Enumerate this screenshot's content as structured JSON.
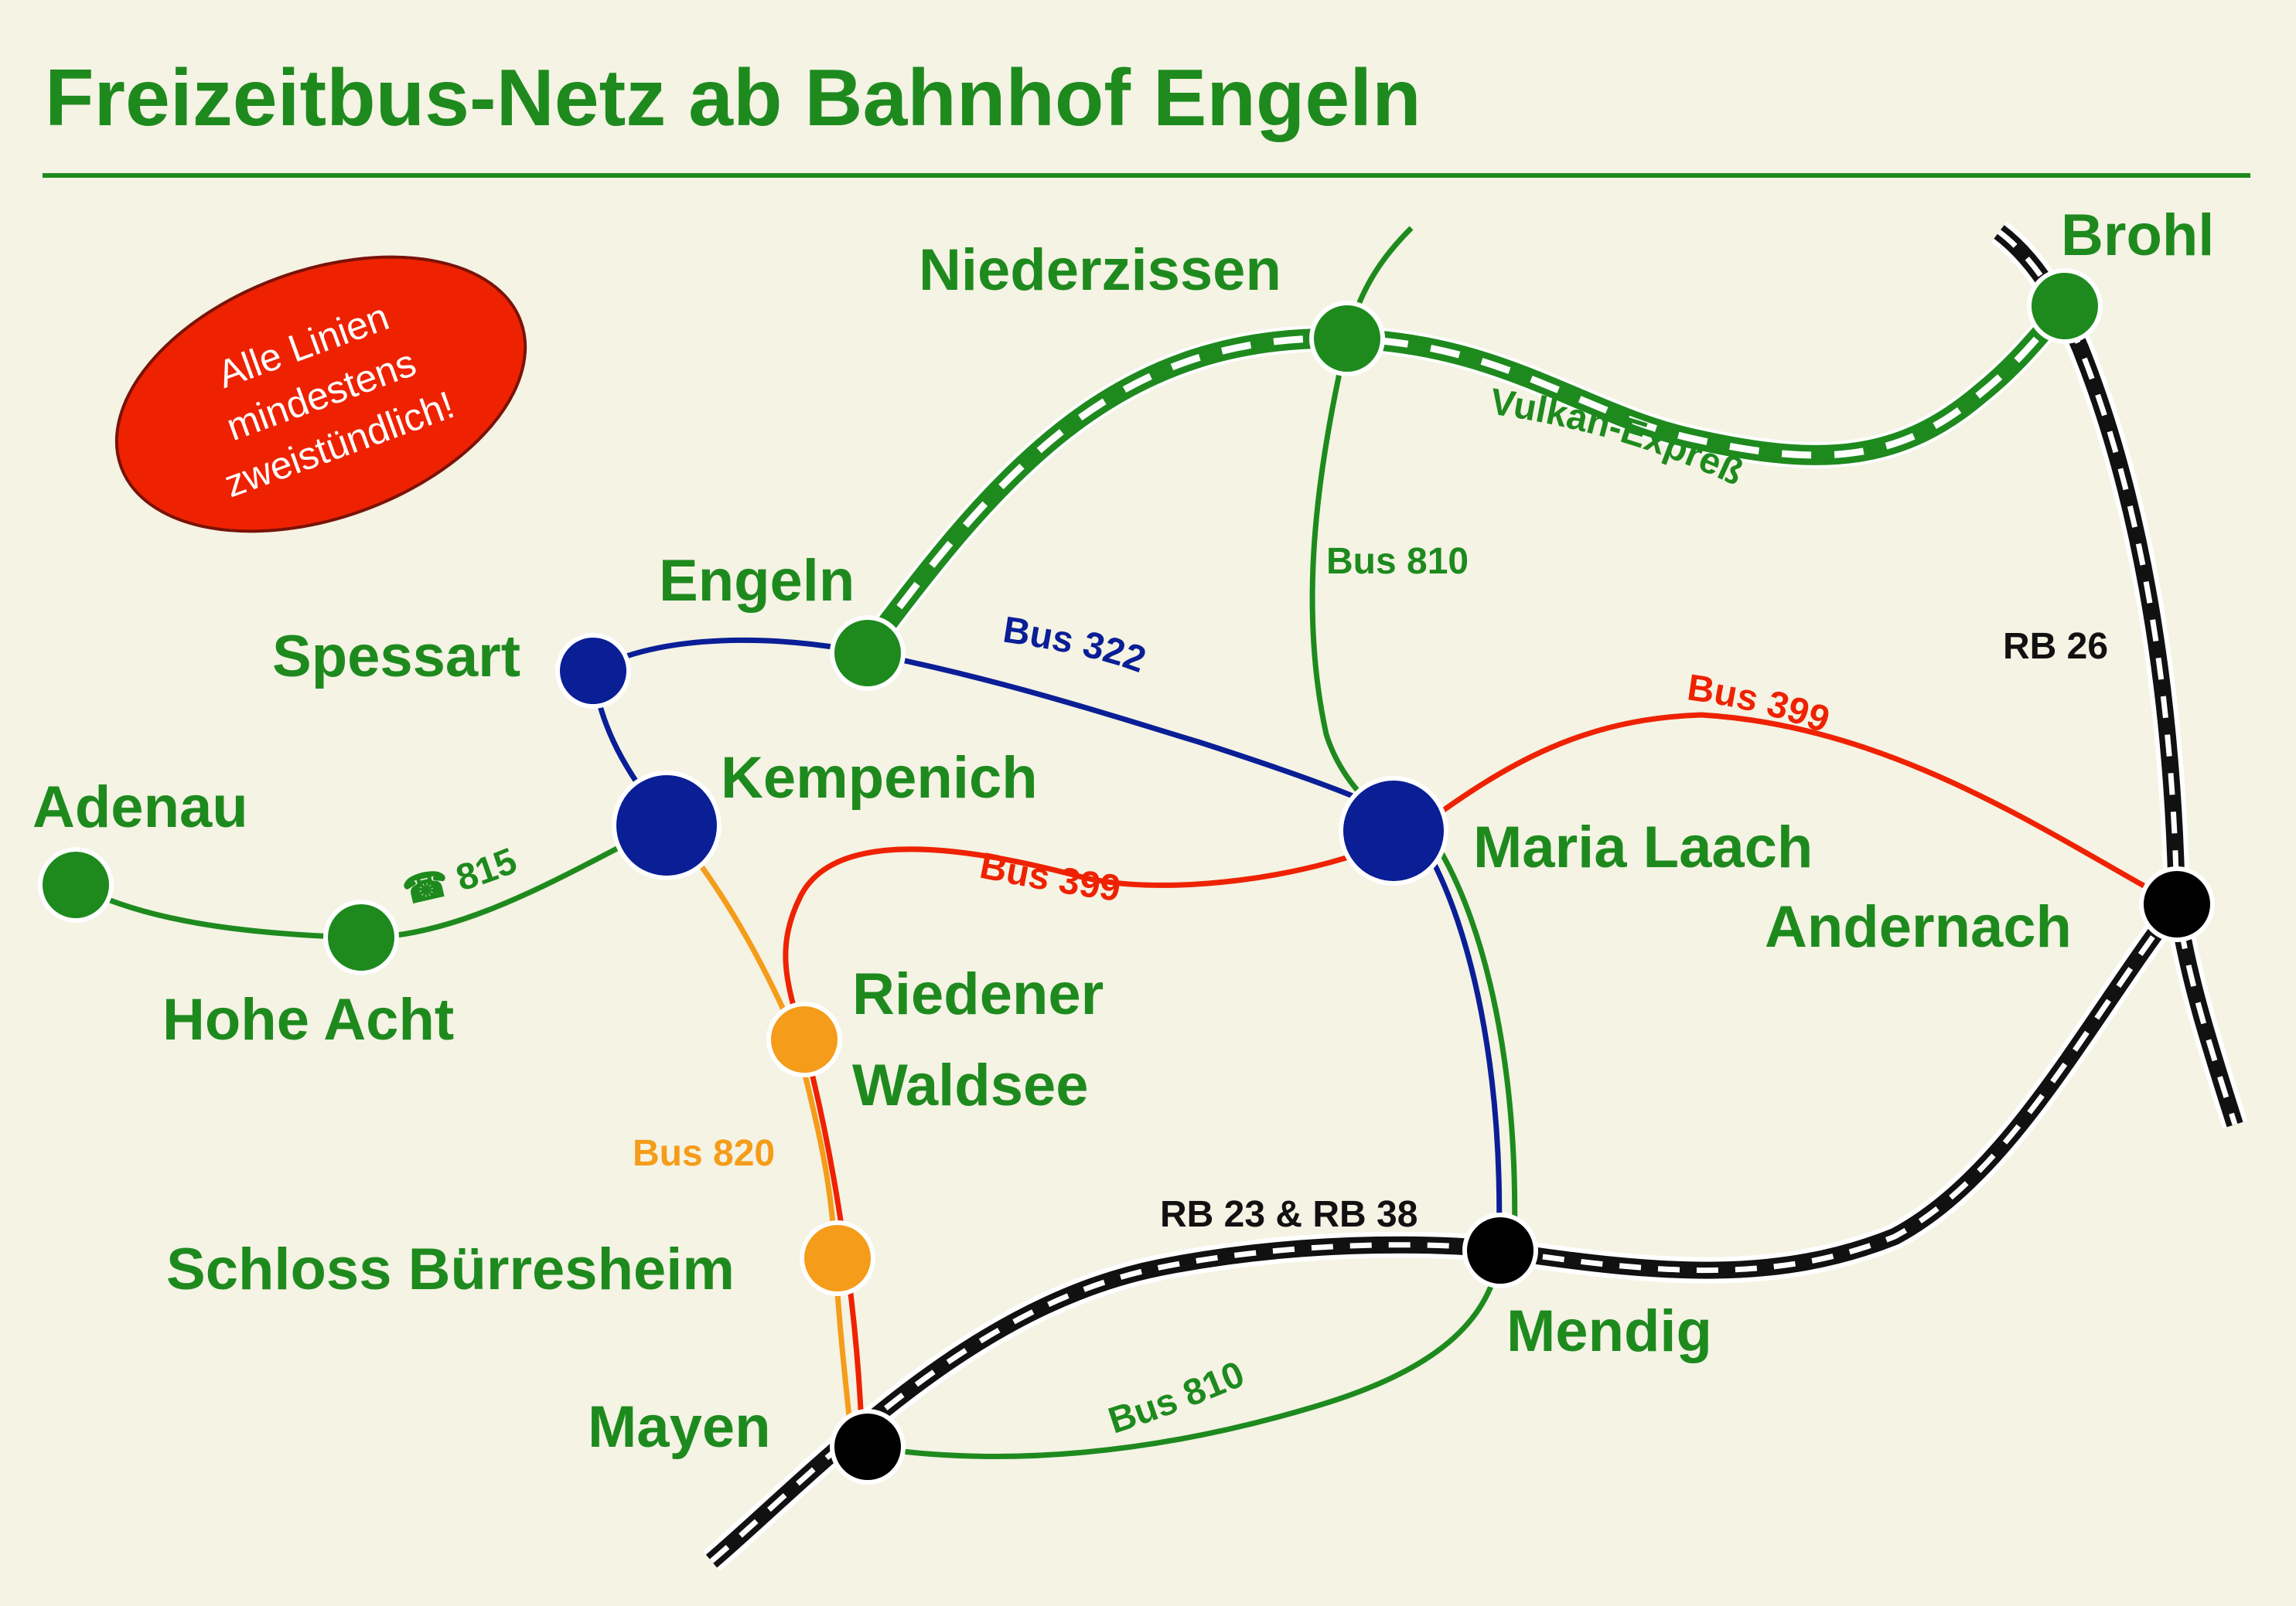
{
  "title": "Freizeitbus-Netz ab Bahnhof Engeln",
  "note": {
    "lines": [
      "Alle Linien",
      "mindestens",
      "zweistündlich!"
    ],
    "color": "#ee2200"
  },
  "colors": {
    "title": "#1e8a1e",
    "green_line": "#1e8a1e",
    "blue_line": "#0a1e96",
    "red_line": "#ee2200",
    "orange_line": "#f59c1a",
    "rail": "#111111",
    "background": "#f4f3e4"
  },
  "lines": {
    "vulkan_express": {
      "label": "Vulkan-Expreß",
      "color": "#1e8a1e"
    },
    "bus_810_north": {
      "label": "Bus 810",
      "color": "#1e8a1e"
    },
    "bus_810_south": {
      "label": "Bus 810",
      "color": "#1e8a1e"
    },
    "bus_322": {
      "label": "Bus 322",
      "color": "#0a1e96"
    },
    "bus_399_east": {
      "label": "Bus 399",
      "color": "#ee2200"
    },
    "bus_399_west": {
      "label": "Bus 399",
      "color": "#ee2200"
    },
    "bus_815": {
      "label": "☎ 815",
      "color": "#1e8a1e"
    },
    "bus_820": {
      "label": "Bus 820",
      "color": "#f59c1a"
    },
    "rb_26": {
      "label": "RB 26",
      "color": "#111111"
    },
    "rb_23_38": {
      "label": "RB 23 & RB 38",
      "color": "#111111"
    }
  },
  "stops": {
    "niederzissen": {
      "label": "Niederzissen",
      "type": "green-stop"
    },
    "brohl": {
      "label": "Brohl",
      "type": "green-stop"
    },
    "engeln": {
      "label": "Engeln",
      "type": "green-stop"
    },
    "spessart": {
      "label": "Spessart",
      "type": "blue-stop"
    },
    "kempenich": {
      "label": "Kempenich",
      "type": "blue-hub"
    },
    "adenau": {
      "label": "Adenau",
      "type": "green-stop"
    },
    "hohe_acht": {
      "label": "Hohe Acht",
      "type": "green-stop"
    },
    "maria_laach": {
      "label": "Maria Laach",
      "type": "blue-hub"
    },
    "andernach": {
      "label": "Andernach",
      "type": "rail-station"
    },
    "riedener_waldsee": {
      "label_line1": "Riedener",
      "label_line2": "Waldsee",
      "type": "orange-stop"
    },
    "schloss_buerresheim": {
      "label": "Schloss Bürresheim",
      "type": "orange-stop"
    },
    "mayen": {
      "label": "Mayen",
      "type": "rail-station"
    },
    "mendig": {
      "label": "Mendig",
      "type": "rail-station"
    }
  }
}
